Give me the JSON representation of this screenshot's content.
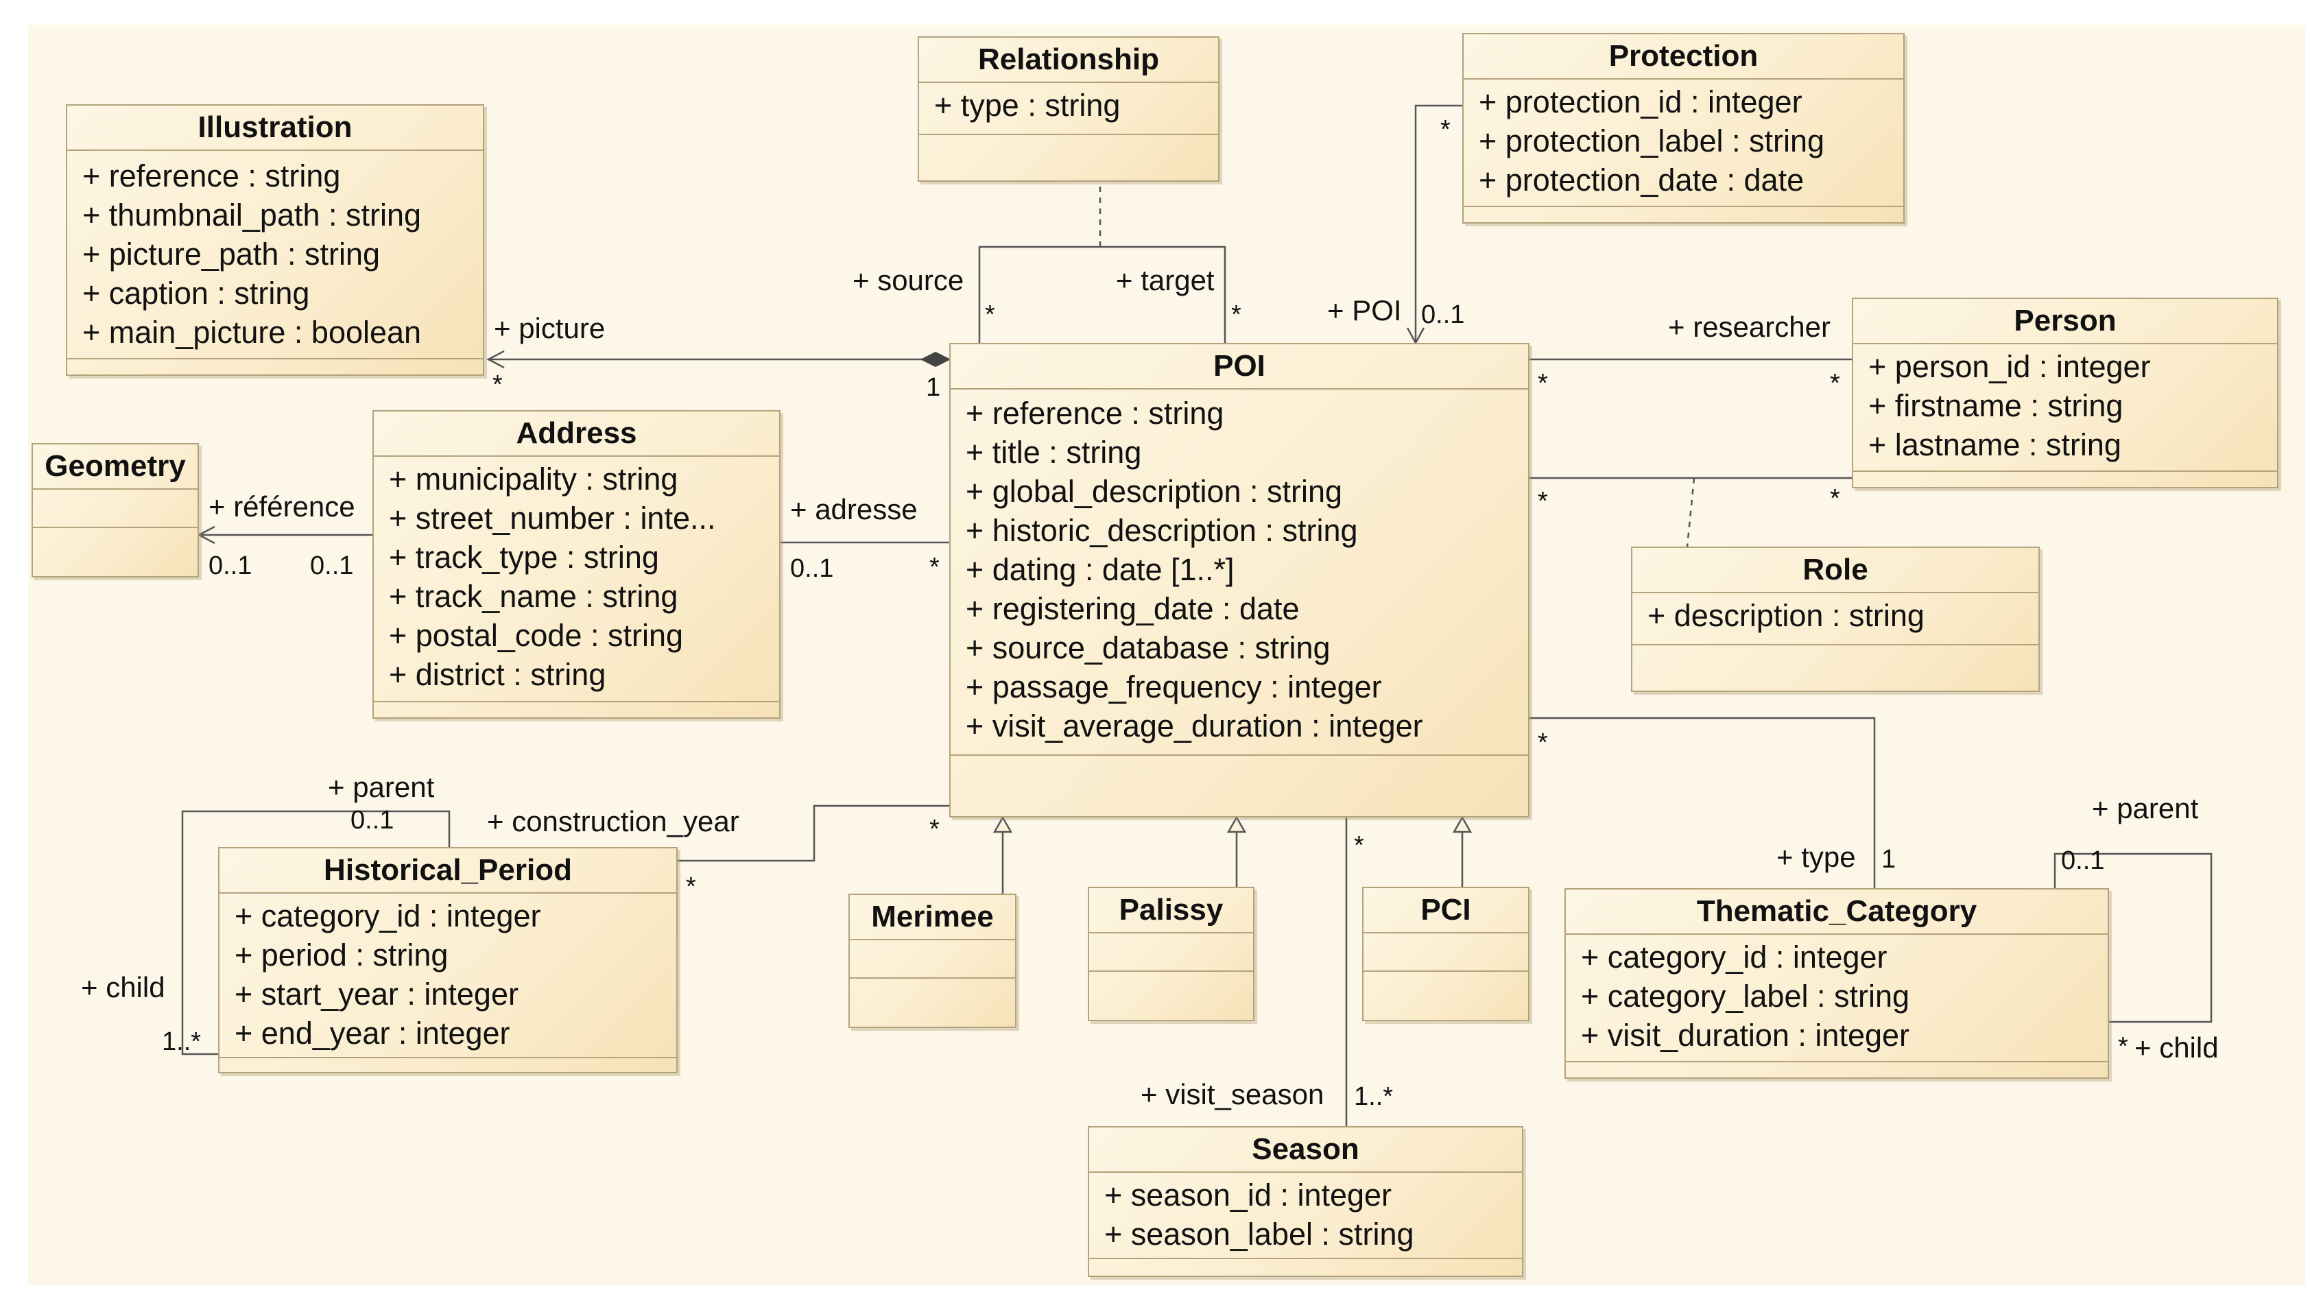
{
  "classes": {
    "illustration": {
      "name": "Illustration",
      "attributes": [
        "+ reference : string",
        "+ thumbnail_path : string",
        "+ picture_path : string",
        "+ caption : string",
        "+ main_picture : boolean"
      ]
    },
    "relationship": {
      "name": "Relationship",
      "attributes": [
        "+ type : string"
      ]
    },
    "protection": {
      "name": "Protection",
      "attributes": [
        "+ protection_id : integer",
        "+ protection_label : string",
        "+ protection_date : date"
      ]
    },
    "person": {
      "name": "Person",
      "attributes": [
        "+ person_id : integer",
        "+ firstname : string",
        "+ lastname : string"
      ]
    },
    "geometry": {
      "name": "Geometry",
      "attributes": []
    },
    "address": {
      "name": "Address",
      "attributes": [
        "+ municipality : string",
        "+ street_number : inte...",
        "+ track_type : string",
        "+ track_name : string",
        "+ postal_code : string",
        "+ district : string"
      ]
    },
    "poi": {
      "name": "POI",
      "attributes": [
        "+ reference : string",
        "+ title : string",
        "+ global_description : string",
        "+ historic_description : string",
        "+ dating : date [1..*]",
        "+ registering_date : date",
        "+ source_database : string",
        "+ passage_frequency : integer",
        "+ visit_average_duration : integer"
      ]
    },
    "role": {
      "name": "Role",
      "attributes": [
        "+ description : string"
      ]
    },
    "historical_period": {
      "name": "Historical_Period",
      "attributes": [
        "+ category_id : integer",
        "+ period : string",
        "+ start_year : integer",
        "+ end_year : integer"
      ]
    },
    "merimee": {
      "name": "Merimee",
      "attributes": []
    },
    "palissy": {
      "name": "Palissy",
      "attributes": []
    },
    "pci": {
      "name": "PCI",
      "attributes": []
    },
    "thematic_category": {
      "name": "Thematic_Category",
      "attributes": [
        "+ category_id : integer",
        "+ category_label : string",
        "+ visit_duration : integer"
      ]
    },
    "season": {
      "name": "Season",
      "attributes": [
        "+ season_id : integer",
        "+ season_label : string"
      ]
    }
  },
  "labels": {
    "picture": "+ picture",
    "source": "+ source",
    "target": "+ target",
    "poi_role": "+ POI",
    "researcher": "+ researcher",
    "reference_fr": "+ référence",
    "adresse": "+ adresse",
    "parent_hp": "+ parent",
    "construction_year": "+ construction_year",
    "child_hp": "+ child",
    "type": "+ type",
    "parent_tc": "+ parent",
    "child_tc": "+ child",
    "visit_season": "+ visit_season"
  },
  "multiplicities": {
    "picture_end": "*",
    "poi_picture_end": "1",
    "source_end": "*",
    "target_end": "*",
    "protection_end": "*",
    "poi_protection_end": "0..1",
    "poi_person_end": "*",
    "person_end": "*",
    "poi_role_end": "*",
    "person_role_end": "*",
    "geom_end": "0..1",
    "addr_geom_end": "0..1",
    "addr_end": "0..1",
    "poi_addr_end": "*",
    "hp_parent_end": "0..1",
    "hp_child_end": "1..*",
    "hp_end": "*",
    "poi_hp_end": "*",
    "poi_tc_end": "*",
    "tc_end": "1",
    "tc_parent_end": "0..1",
    "tc_child_end": "*",
    "poi_season_end": "*",
    "season_end": "1..*"
  }
}
